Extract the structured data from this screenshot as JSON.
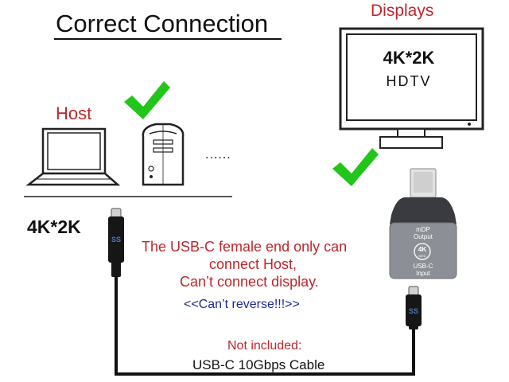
{
  "title": "Correct Connection",
  "displays_label": "Displays",
  "host_label": "Host",
  "monitor": {
    "resolution": "4K*2K",
    "type": "HDTV"
  },
  "left_resolution": "4K*2K",
  "more_devices": "......",
  "notes": {
    "line1": "The USB-C female end only can",
    "line2": "connect Host,",
    "line3": "Can’t connect display."
  },
  "warning": "<<Can’t reverse!!!>>",
  "not_included": "Not included:",
  "cable_label": "USB-C 10Gbps Cable",
  "adapter": {
    "output_label": "mDP",
    "output_sub": "Output",
    "badge": "4K",
    "badge_sub": "60Hz",
    "input_label": "USB-C",
    "input_sub": "Input"
  },
  "connector_logo": "SS",
  "colors": {
    "accent_red": "#c0262c",
    "check_green": "#22c51a",
    "warning_blue": "#1a2a9a"
  }
}
